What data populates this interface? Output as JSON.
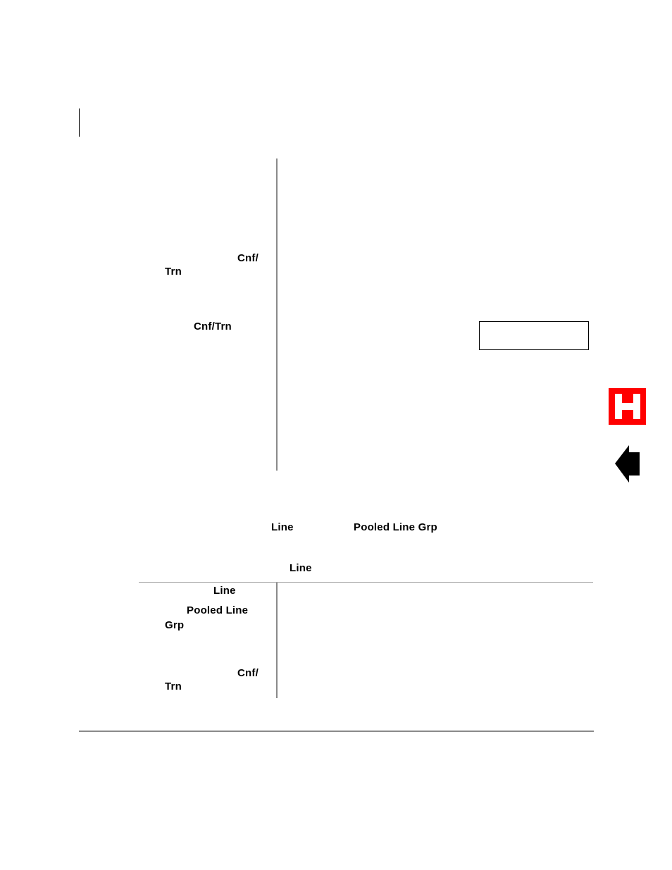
{
  "upper_section": {
    "cnf_label_part1": "Cnf/",
    "cnf_label_part2": "Trn",
    "cnf_trn_label": "Cnf/Trn"
  },
  "intro": {
    "line_label": "Line",
    "pooled_label": "Pooled Line Grp",
    "line_label_2": "Line"
  },
  "table": {
    "row1_line": "Line",
    "row2_pooled_part1": "Pooled Line",
    "row2_pooled_part2": "Grp",
    "row3_cnf_part1": "Cnf/",
    "row3_cnf_part2": "Trn"
  },
  "side_tab": {
    "letter": "H",
    "color": "#ff0000"
  },
  "icons": {
    "back_arrow": "left-arrow-icon"
  }
}
